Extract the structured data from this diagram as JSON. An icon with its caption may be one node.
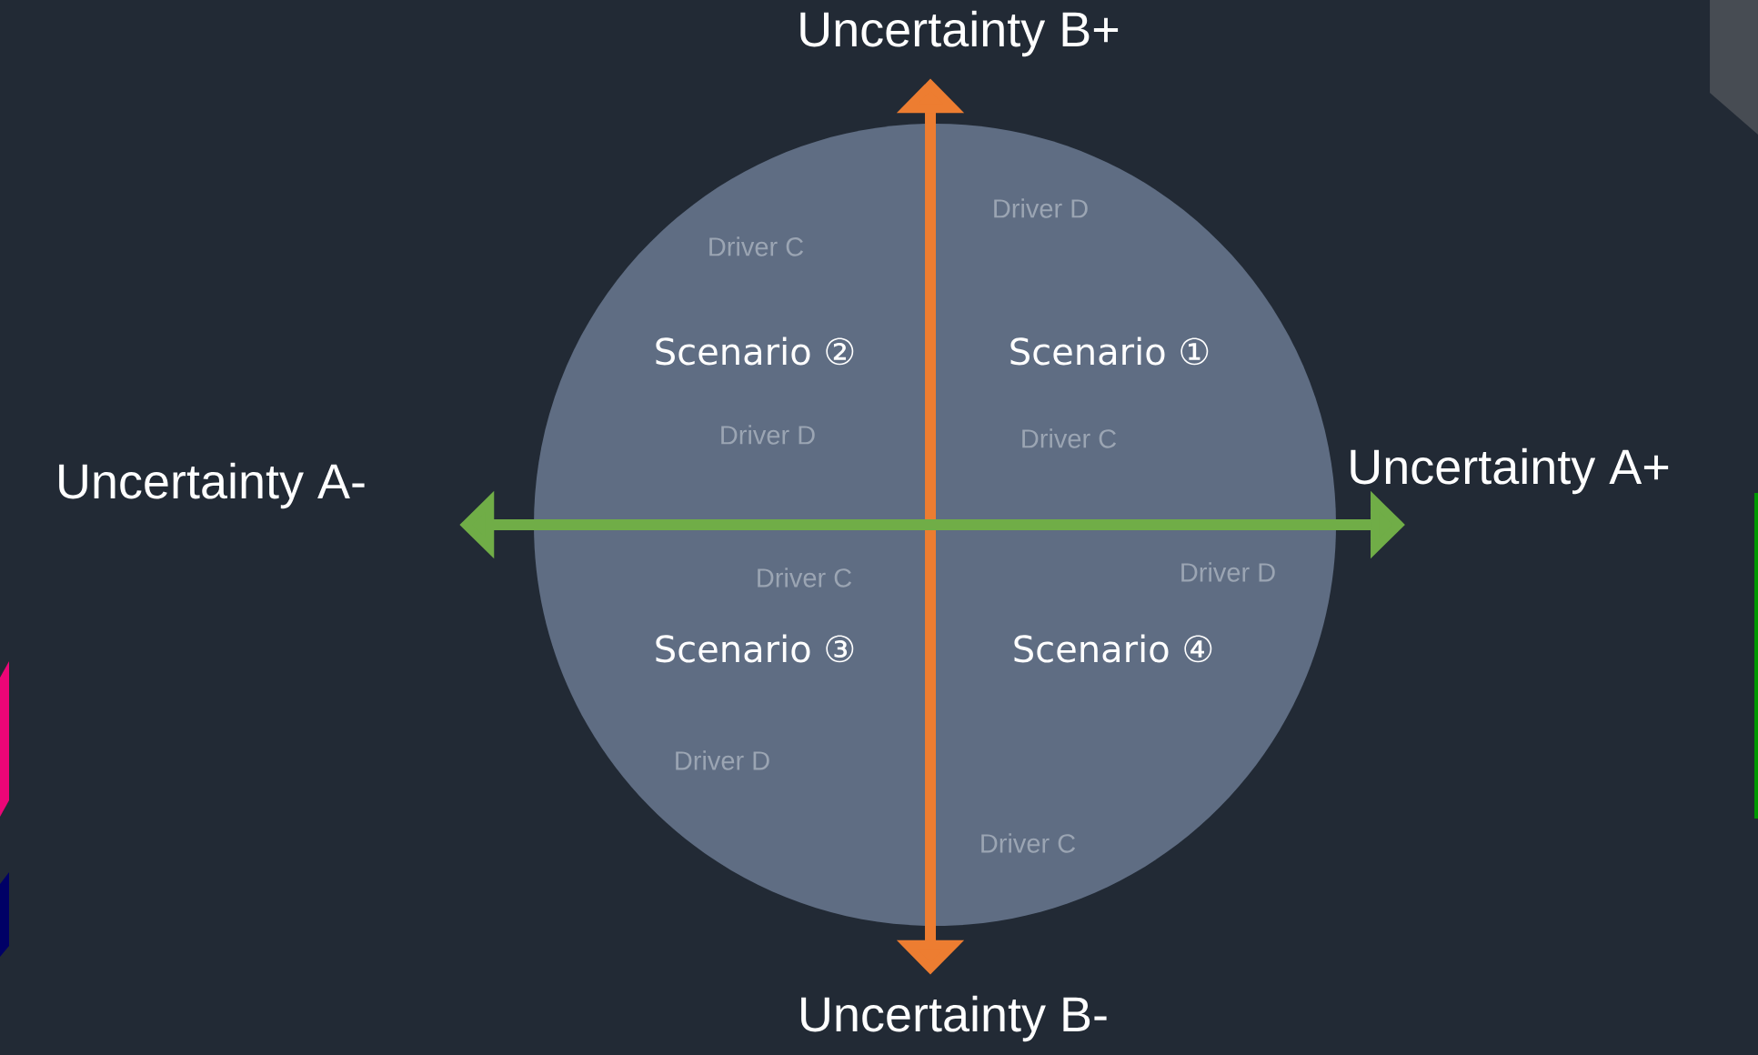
{
  "diagram": {
    "nodes": [
      {
        "text": [
          "Uncertainty B+"
        ]
      },
      {
        "text": [
          "Uncertainty B-"
        ]
      },
      {
        "text": [
          "Uncertainty A-"
        ]
      },
      {
        "text": [
          "Uncertainty A+"
        ]
      }
    ],
    "edges": [
      {
        "from": 0,
        "to": 1,
        "arrow": "both",
        "color": "#ed7d31"
      },
      {
        "from": 2,
        "to": 3,
        "arrow": "both",
        "color": "#70ad47"
      }
    ],
    "labels": [
      "Driver D",
      "Driver C",
      "Scenario ②",
      "Scenario ①",
      "Driver D",
      "Driver C",
      "Driver C",
      "Driver D",
      "Scenario ③",
      "Scenario ④",
      "Driver D",
      "Driver C"
    ]
  }
}
